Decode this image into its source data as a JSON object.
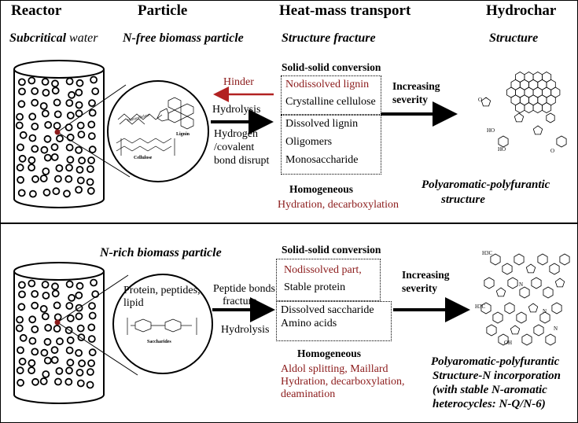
{
  "headers": {
    "reactor": "Reactor",
    "particle": "Particle",
    "transport": "Heat-mass transport",
    "hydrochar": "Hydrochar"
  },
  "top": {
    "reactor_label_bold": "Subcritical",
    "reactor_label_rest": " water",
    "particle_label": "N-free biomass particle",
    "transport_label": "Structure fracture",
    "hydrochar_label": "Structure",
    "particle_inner": {
      "hemicellulose": "Hemicellulose",
      "lignin": "Lignin",
      "cellulose": "Cellulose",
      "n": "n"
    },
    "hinder": "Hinder",
    "mechanisms": [
      "Hydrolysis",
      "Hydrogen",
      "/covalent",
      "bond disrupt"
    ],
    "solid_title": "Solid-solid conversion",
    "solid_items": [
      "Nodissolved lignin",
      "Crystalline cellulose"
    ],
    "dissolved_items": [
      "Dissolved lignin",
      "Oligomers",
      "Monosaccharide"
    ],
    "increasing": [
      "Increasing",
      "severity"
    ],
    "homogeneous": "Homogeneous",
    "homo_items": [
      "Hydration, decarboxylation"
    ],
    "result": [
      "Polyaromatic-polyfurantic",
      "structure"
    ],
    "mol_labels": [
      "O",
      "HO",
      "HO",
      "O"
    ]
  },
  "bottom": {
    "particle_label": "N-rich biomass particle",
    "particle_inner": [
      "Protein, peptides,",
      "lipid"
    ],
    "saccharides": "Saccharides",
    "mechanisms": [
      "Peptide bonds",
      "fracture",
      "Hydrolysis"
    ],
    "solid_title": "Solid-solid conversion",
    "solid_items": [
      "Nodissolved part,",
      "Stable protein"
    ],
    "dissolved_items": [
      "Dissolved saccharide",
      "Amino acids"
    ],
    "increasing": [
      "Increasing",
      "severity"
    ],
    "homogeneous": "Homogeneous",
    "homo_items": [
      "Aldol splitting, Maillard",
      "Hydration, decarboxylation,",
      "deamination"
    ],
    "result": [
      "Polyaromatic-polyfurantic",
      "Structure-N incorporation",
      "(with stable N-aromatic",
      "heterocycles: N-Q/N-6)"
    ],
    "mol_labels": [
      "H3C",
      "H3C",
      "OH",
      "N",
      "N",
      "N"
    ]
  },
  "colors": {
    "accent_red": "#8b1a1a",
    "hinder_arrow": "#b22222",
    "dot_fill": "#ffffff",
    "centre_dot": "#8b1a1a"
  }
}
